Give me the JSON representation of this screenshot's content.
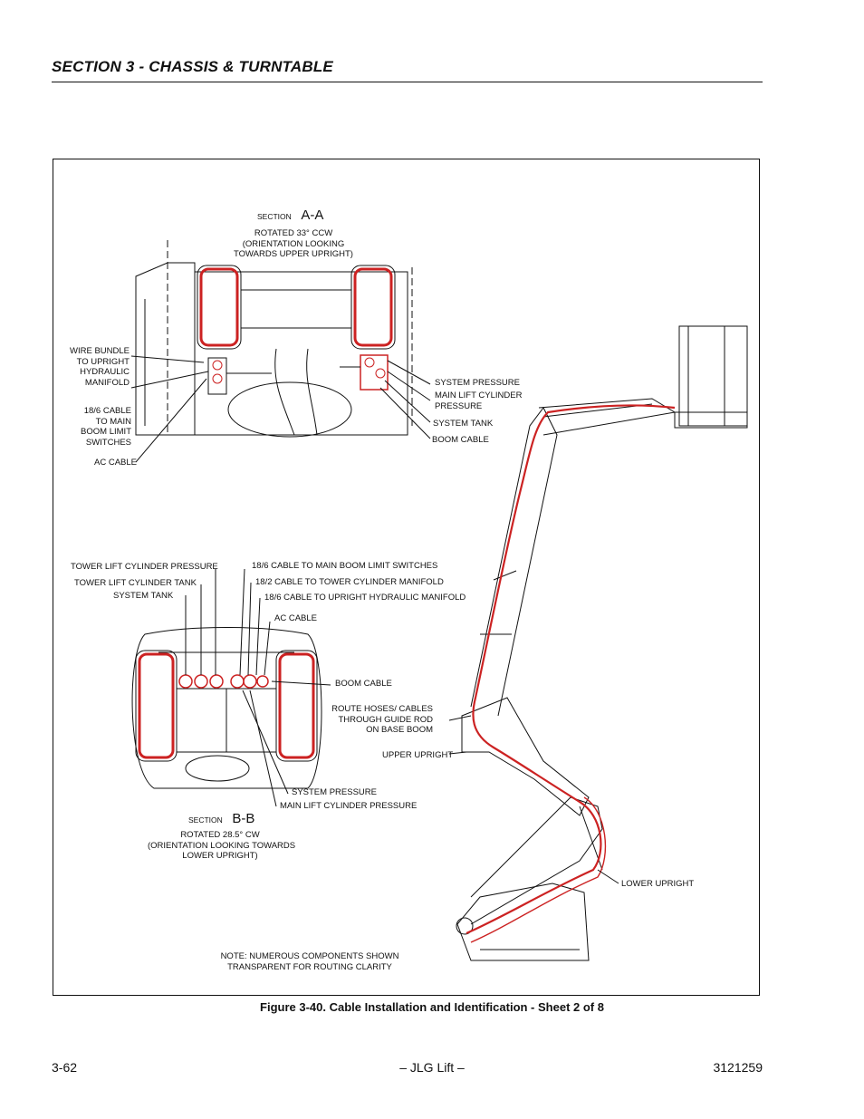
{
  "header": {
    "section_title": "SECTION 3 - CHASSIS & TURNTABLE"
  },
  "figure": {
    "caption": "Figure 3-40.  Cable Installation and Identification - Sheet 2 of 8"
  },
  "footer": {
    "page_number": "3-62",
    "center": "– JLG Lift –",
    "doc_number": "3121259"
  },
  "section_aa": {
    "section_word": "SECTION",
    "section_letter": "A-A",
    "rotation": "ROTATED 33° CCW",
    "orientation_1": "(ORIENTATION LOOKING",
    "orientation_2": "TOWARDS UPPER UPRIGHT)",
    "left_labels": {
      "wire_bundle": [
        "WIRE BUNDLE",
        "TO UPRIGHT",
        "HYDRAULIC",
        "MANIFOLD"
      ],
      "cable_18_6": [
        "18/6 CABLE",
        "TO MAIN",
        "BOOM LIMIT",
        "SWITCHES"
      ],
      "ac_cable": "AC CABLE"
    },
    "right_labels": {
      "system_pressure": "SYSTEM PRESSURE",
      "main_lift_1": "MAIN LIFT CYLINDER",
      "main_lift_2": "PRESSURE",
      "system_tank": "SYSTEM TANK",
      "boom_cable": "BOOM CABLE"
    }
  },
  "section_bb": {
    "section_word": "SECTION",
    "section_letter": "B-B",
    "rotation": "ROTATED 28.5° CW",
    "orientation_1": "(ORIENTATION LOOKING TOWARDS",
    "orientation_2": "LOWER UPRIGHT)",
    "labels": {
      "tower_lift_pressure": "TOWER LIFT CYLINDER PRESSURE",
      "tower_lift_tank": "TOWER LIFT CYLINDER TANK",
      "system_tank": "SYSTEM TANK",
      "cable_main_boom": "18/6 CABLE TO MAIN BOOM LIMIT SWITCHES",
      "cable_tower": "18/2 CABLE TO TOWER CYLINDER MANIFOLD",
      "cable_upright": "18/6 CABLE TO UPRIGHT HYDRAULIC MANIFOLD",
      "ac_cable": "AC CABLE",
      "boom_cable": "BOOM CABLE",
      "system_pressure": "SYSTEM PRESSURE",
      "main_lift_pressure": "MAIN LIFT CYLINDER PRESSURE"
    }
  },
  "machine_labels": {
    "route_1": "ROUTE HOSES/ CABLES",
    "route_2": "THROUGH GUIDE ROD",
    "route_3": "ON BASE BOOM",
    "upper_upright": "UPPER UPRIGHT",
    "lower_upright": "LOWER UPRIGHT"
  },
  "note": {
    "line1": "NOTE: NUMEROUS COMPONENTS SHOWN",
    "line2": "TRANSPARENT FOR ROUTING CLARITY"
  },
  "colors": {
    "cable_red": "#cc2222",
    "ink": "#111111"
  }
}
